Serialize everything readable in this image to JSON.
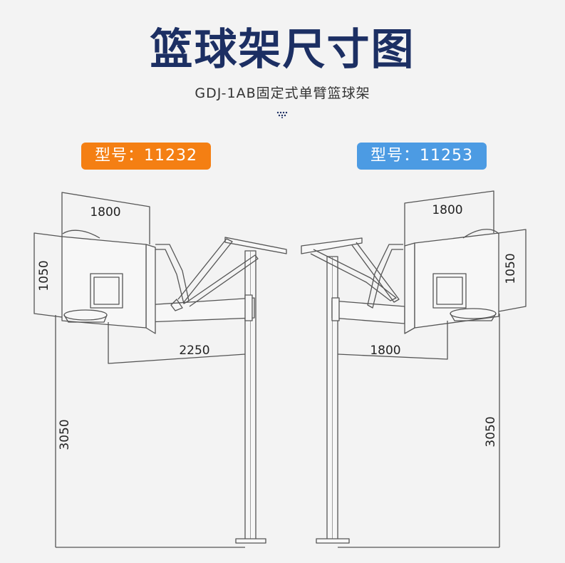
{
  "header": {
    "title": "篮球架尺寸图",
    "subtitle": "GDJ-1AB固定式单臂篮球架"
  },
  "models": {
    "left": {
      "label": "型号：11232",
      "color": "#f47f13"
    },
    "right": {
      "label": "型号：11253",
      "color": "#4c9be3"
    }
  },
  "dimensions": {
    "left": {
      "backboard_width": "1800",
      "backboard_height": "1050",
      "arm_reach": "2250",
      "rim_height": "3050"
    },
    "right": {
      "backboard_width": "1800",
      "backboard_height": "1050",
      "arm_reach": "1800",
      "rim_height": "3050"
    }
  },
  "colors": {
    "title": "#1c2f63",
    "line": "#555555",
    "background": "#f3f3f3"
  }
}
